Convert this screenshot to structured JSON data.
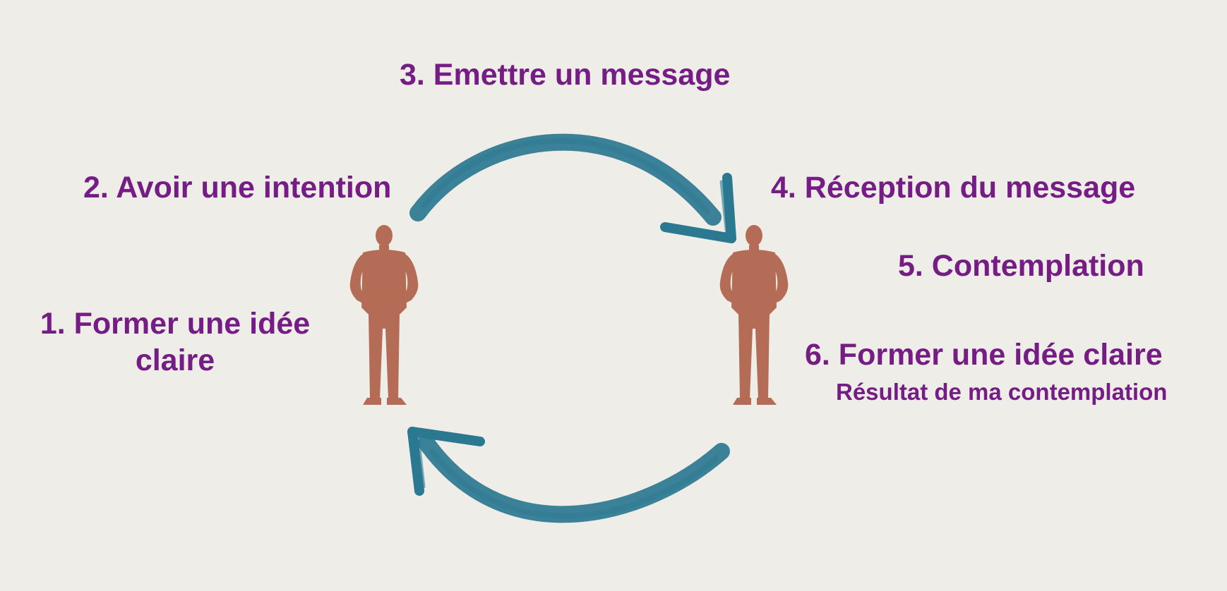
{
  "steps": {
    "step1": "1. Former une idée claire",
    "step2": "2. Avoir une intention",
    "step3": "3. Emettre un message",
    "step4": "4. Réception du message",
    "step5": "5. Contemplation",
    "step6": "6. Former une idée claire",
    "step6_detail": "Résultat de ma contemplation"
  },
  "colors": {
    "background": "#efede8",
    "text": "#751d85",
    "arrow": "#2b7891",
    "person": "#b46c56"
  },
  "icons": {
    "sender": "person-icon",
    "receiver": "person-icon",
    "top_arrow": "curved-arrow-right-icon",
    "bottom_arrow": "curved-arrow-left-icon"
  }
}
